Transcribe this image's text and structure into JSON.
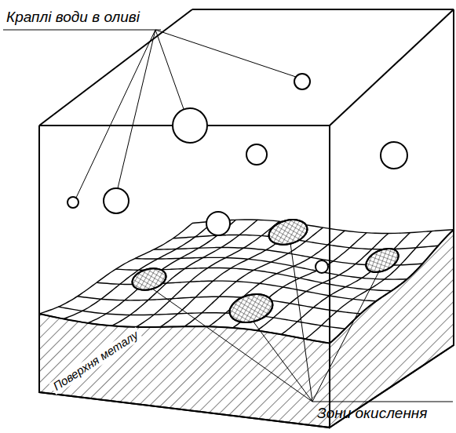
{
  "diagram": {
    "labels": [
      "Краплі води в оливі",
      "Поверхня металу",
      "Зони окислення"
    ]
  }
}
